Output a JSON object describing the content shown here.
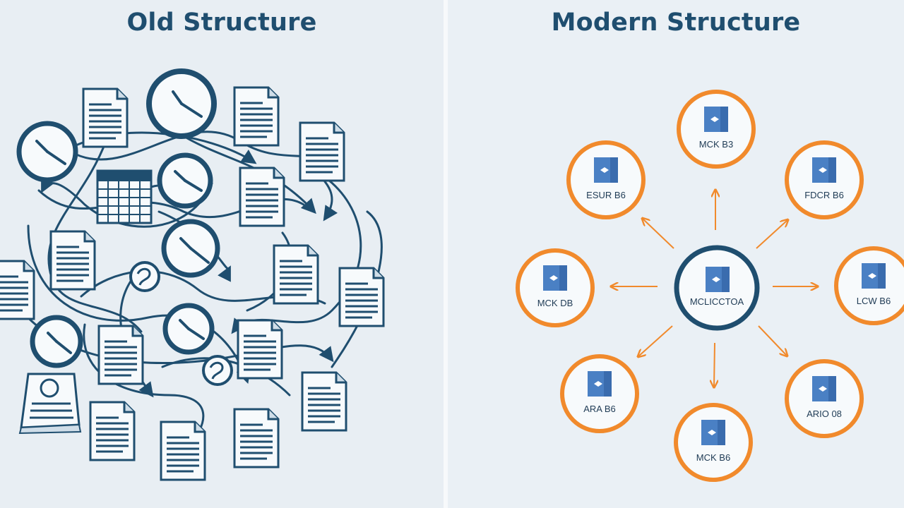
{
  "left": {
    "title": "Old Structure"
  },
  "right": {
    "title": "Modern Structure",
    "hub": {
      "label": "MCLICCTOA",
      "icon": "folder-icon"
    },
    "nodes": [
      {
        "id": "top",
        "label": "MCK B3",
        "icon": "folder-icon"
      },
      {
        "id": "top-right",
        "label": "FDCR B6",
        "icon": "folder-icon"
      },
      {
        "id": "right",
        "label": "LCW B6",
        "icon": "folder-icon"
      },
      {
        "id": "bottom-right",
        "label": "ARIO 08",
        "icon": "folder-icon"
      },
      {
        "id": "bottom",
        "label": "MCK B6",
        "icon": "folder-icon"
      },
      {
        "id": "bottom-left",
        "label": "ARA B6",
        "icon": "folder-icon"
      },
      {
        "id": "left",
        "label": "MCK DB",
        "icon": "folder-icon"
      },
      {
        "id": "top-left",
        "label": "ESUR B6",
        "icon": "folder-icon"
      }
    ]
  },
  "colors": {
    "navy": "#1f4e6f",
    "orange": "#f18a2c",
    "folder_blue": "#4a80c4"
  }
}
